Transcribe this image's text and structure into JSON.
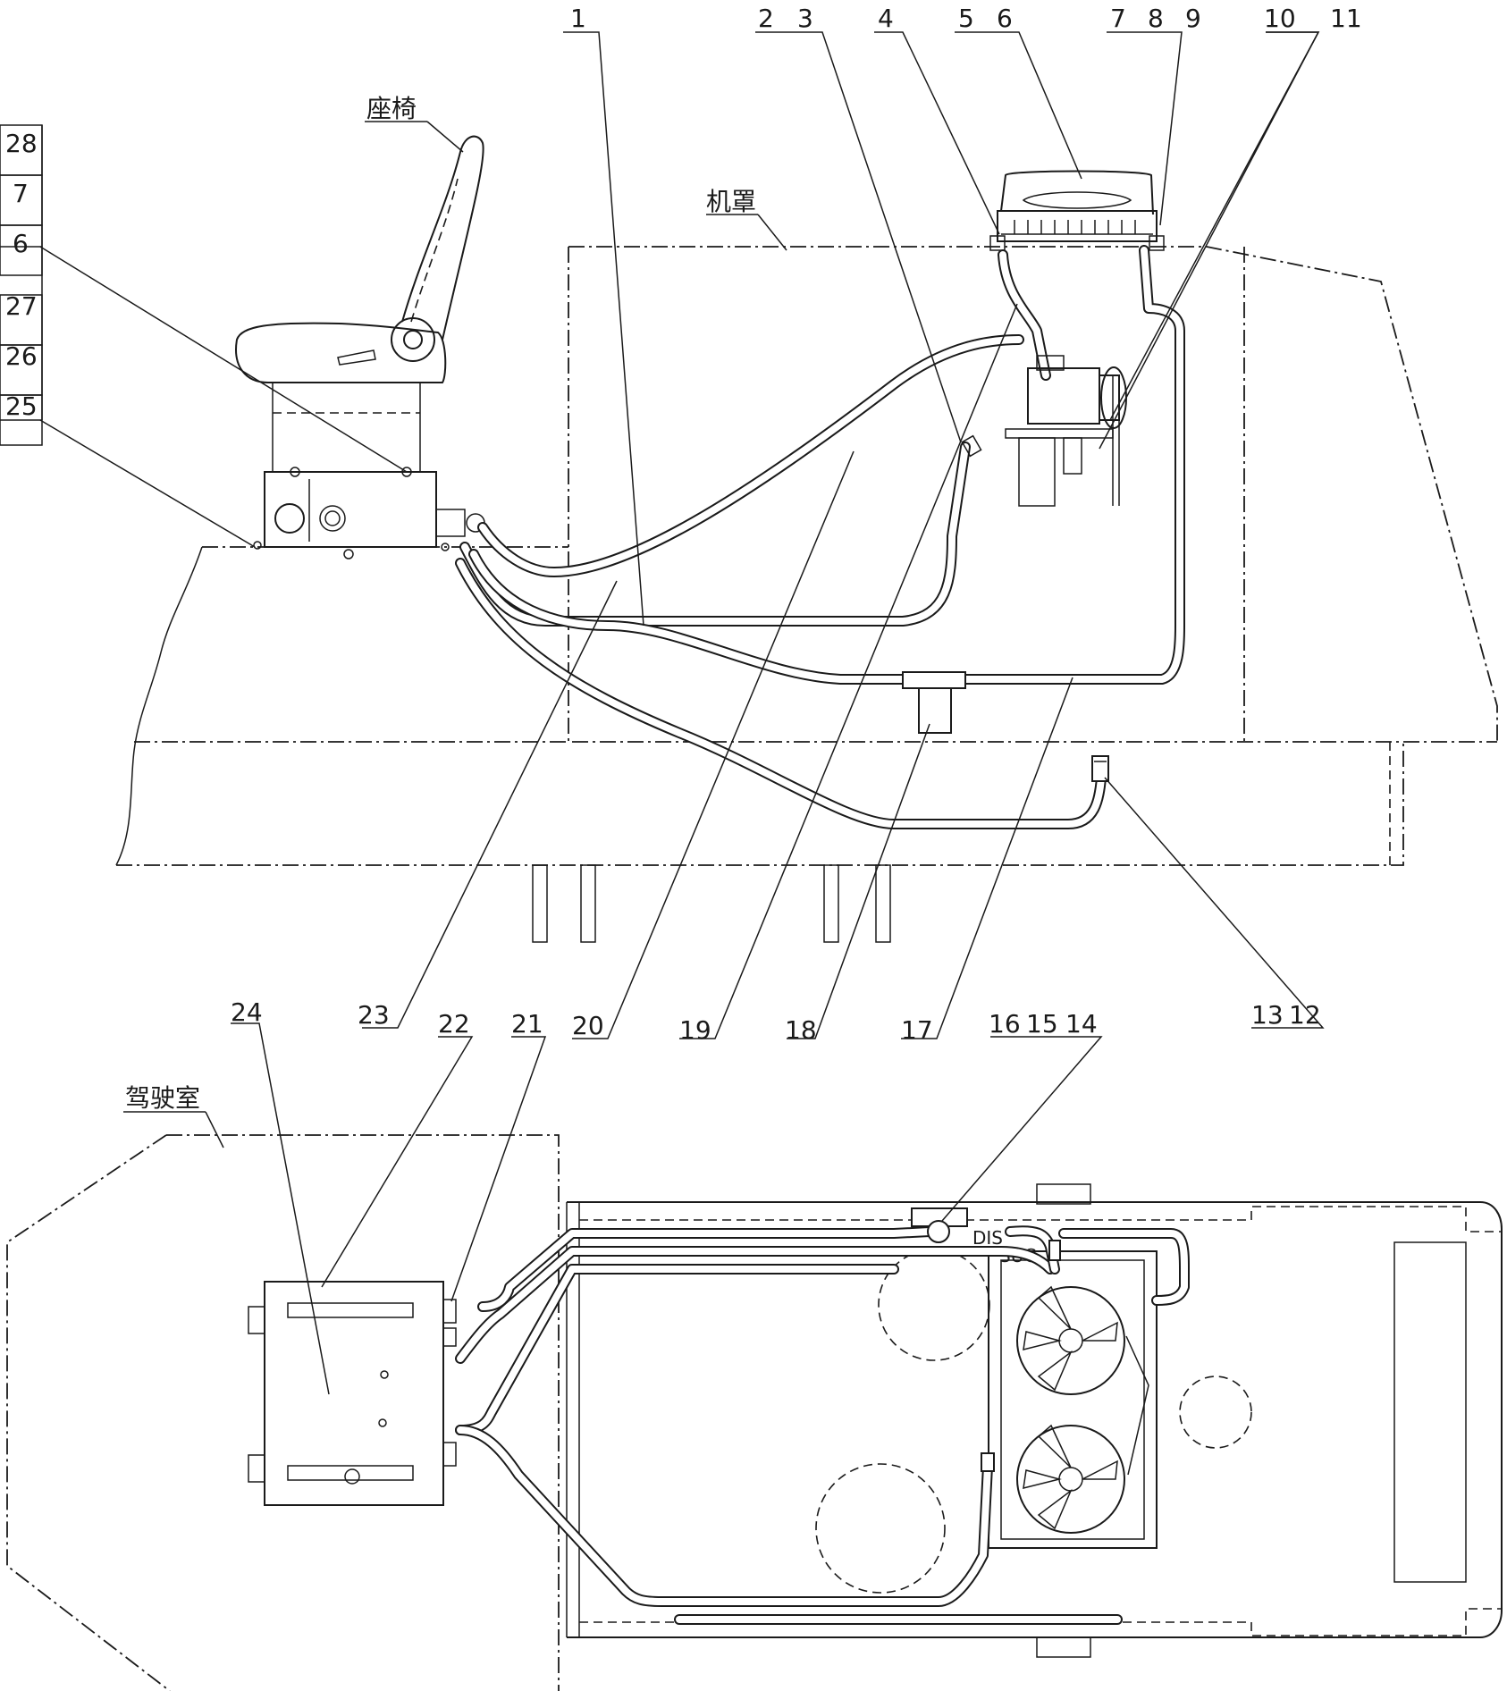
{
  "labels": {
    "seat": "座椅",
    "hood": "机罩",
    "cab": "驾驶室",
    "dis": "DIS",
    "suc": "SUC"
  },
  "callouts": {
    "top": [
      "1",
      "2",
      "3",
      "4",
      "5",
      "6",
      "7",
      "8",
      "9",
      "10",
      "11"
    ],
    "left_stack": [
      "28",
      "7",
      "6",
      "27",
      "26",
      "25"
    ],
    "mid_row": [
      "23",
      "20",
      "19",
      "18",
      "17",
      "13",
      "12"
    ],
    "bottom_row": [
      "24",
      "22",
      "21",
      "16",
      "15",
      "14"
    ]
  }
}
